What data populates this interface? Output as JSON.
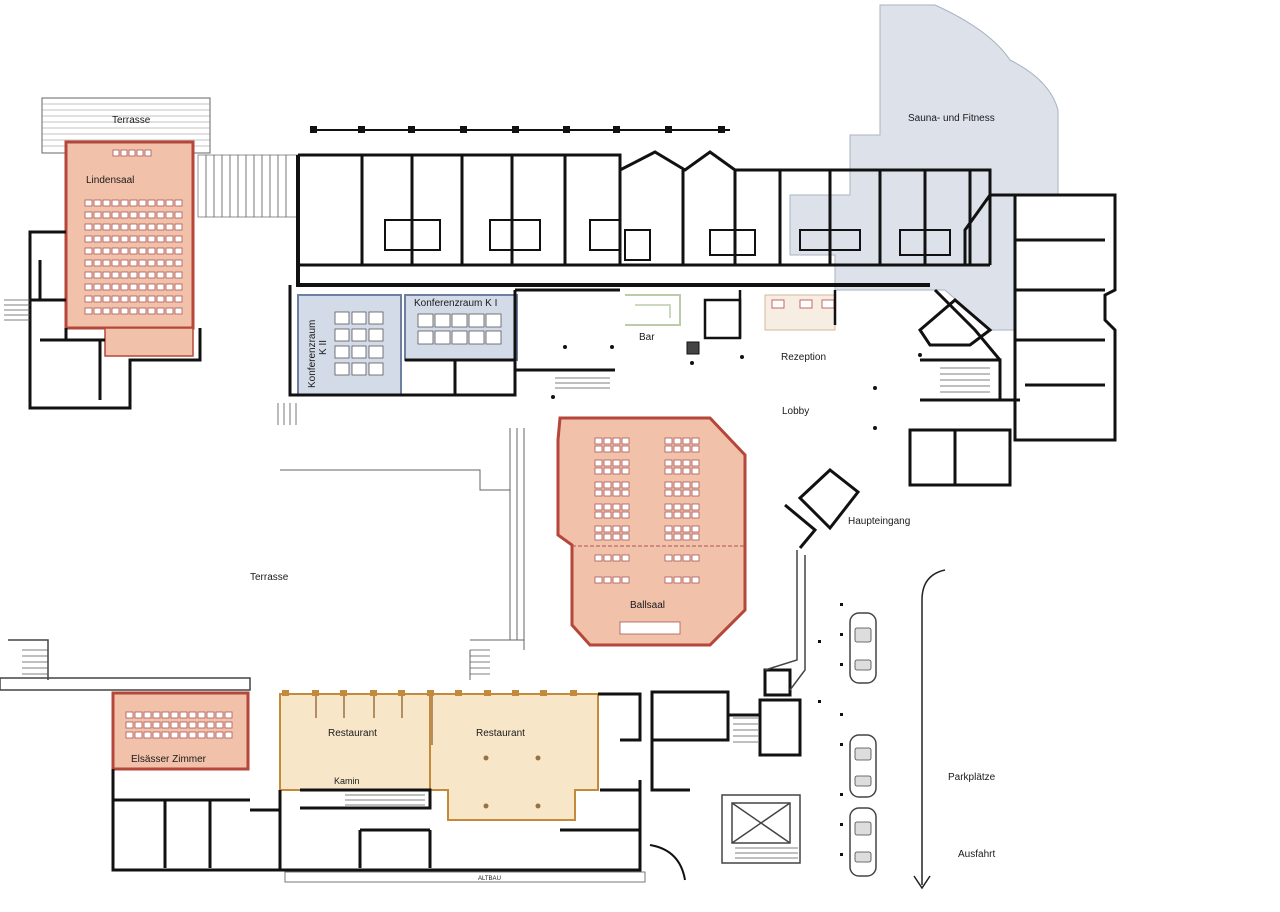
{
  "colors": {
    "event_room_fill": "#f2c1aa",
    "event_room_border": "#b5463a",
    "conference_fill": "#d4dbe8",
    "conference_border": "#6f7fa0",
    "restaurant_fill": "#f8e6c8",
    "restaurant_border": "#c48a3c",
    "wellness_fill": "#dde2ea",
    "wall": "#111111"
  },
  "labels": {
    "terrace_top": "Terrasse",
    "lindensaal": "Lindensaal",
    "sauna": "Sauna- und Fitness",
    "conf_k2_line1": "Konferenzraum",
    "conf_k2_line2": "K II",
    "conf_k1": "Konferenzraum K I",
    "bar": "Bar",
    "rezeption": "Rezeption",
    "lobby": "Lobby",
    "haupteingang": "Haupteingang",
    "terrace_main": "Terrasse",
    "ballsaal": "Ballsaal",
    "elsasser": "Elsässer Zimmer",
    "restaurant_left": "Restaurant",
    "restaurant_right": "Restaurant",
    "kamin": "Kamin",
    "altbau": "ALTBAU",
    "parkplaetze": "Parkplätze",
    "ausfahrt": "Ausfahrt"
  },
  "icons": {
    "car": "car-icon",
    "exit_arrow": "exit-arrow-icon",
    "stairs": "stairs-icon"
  }
}
